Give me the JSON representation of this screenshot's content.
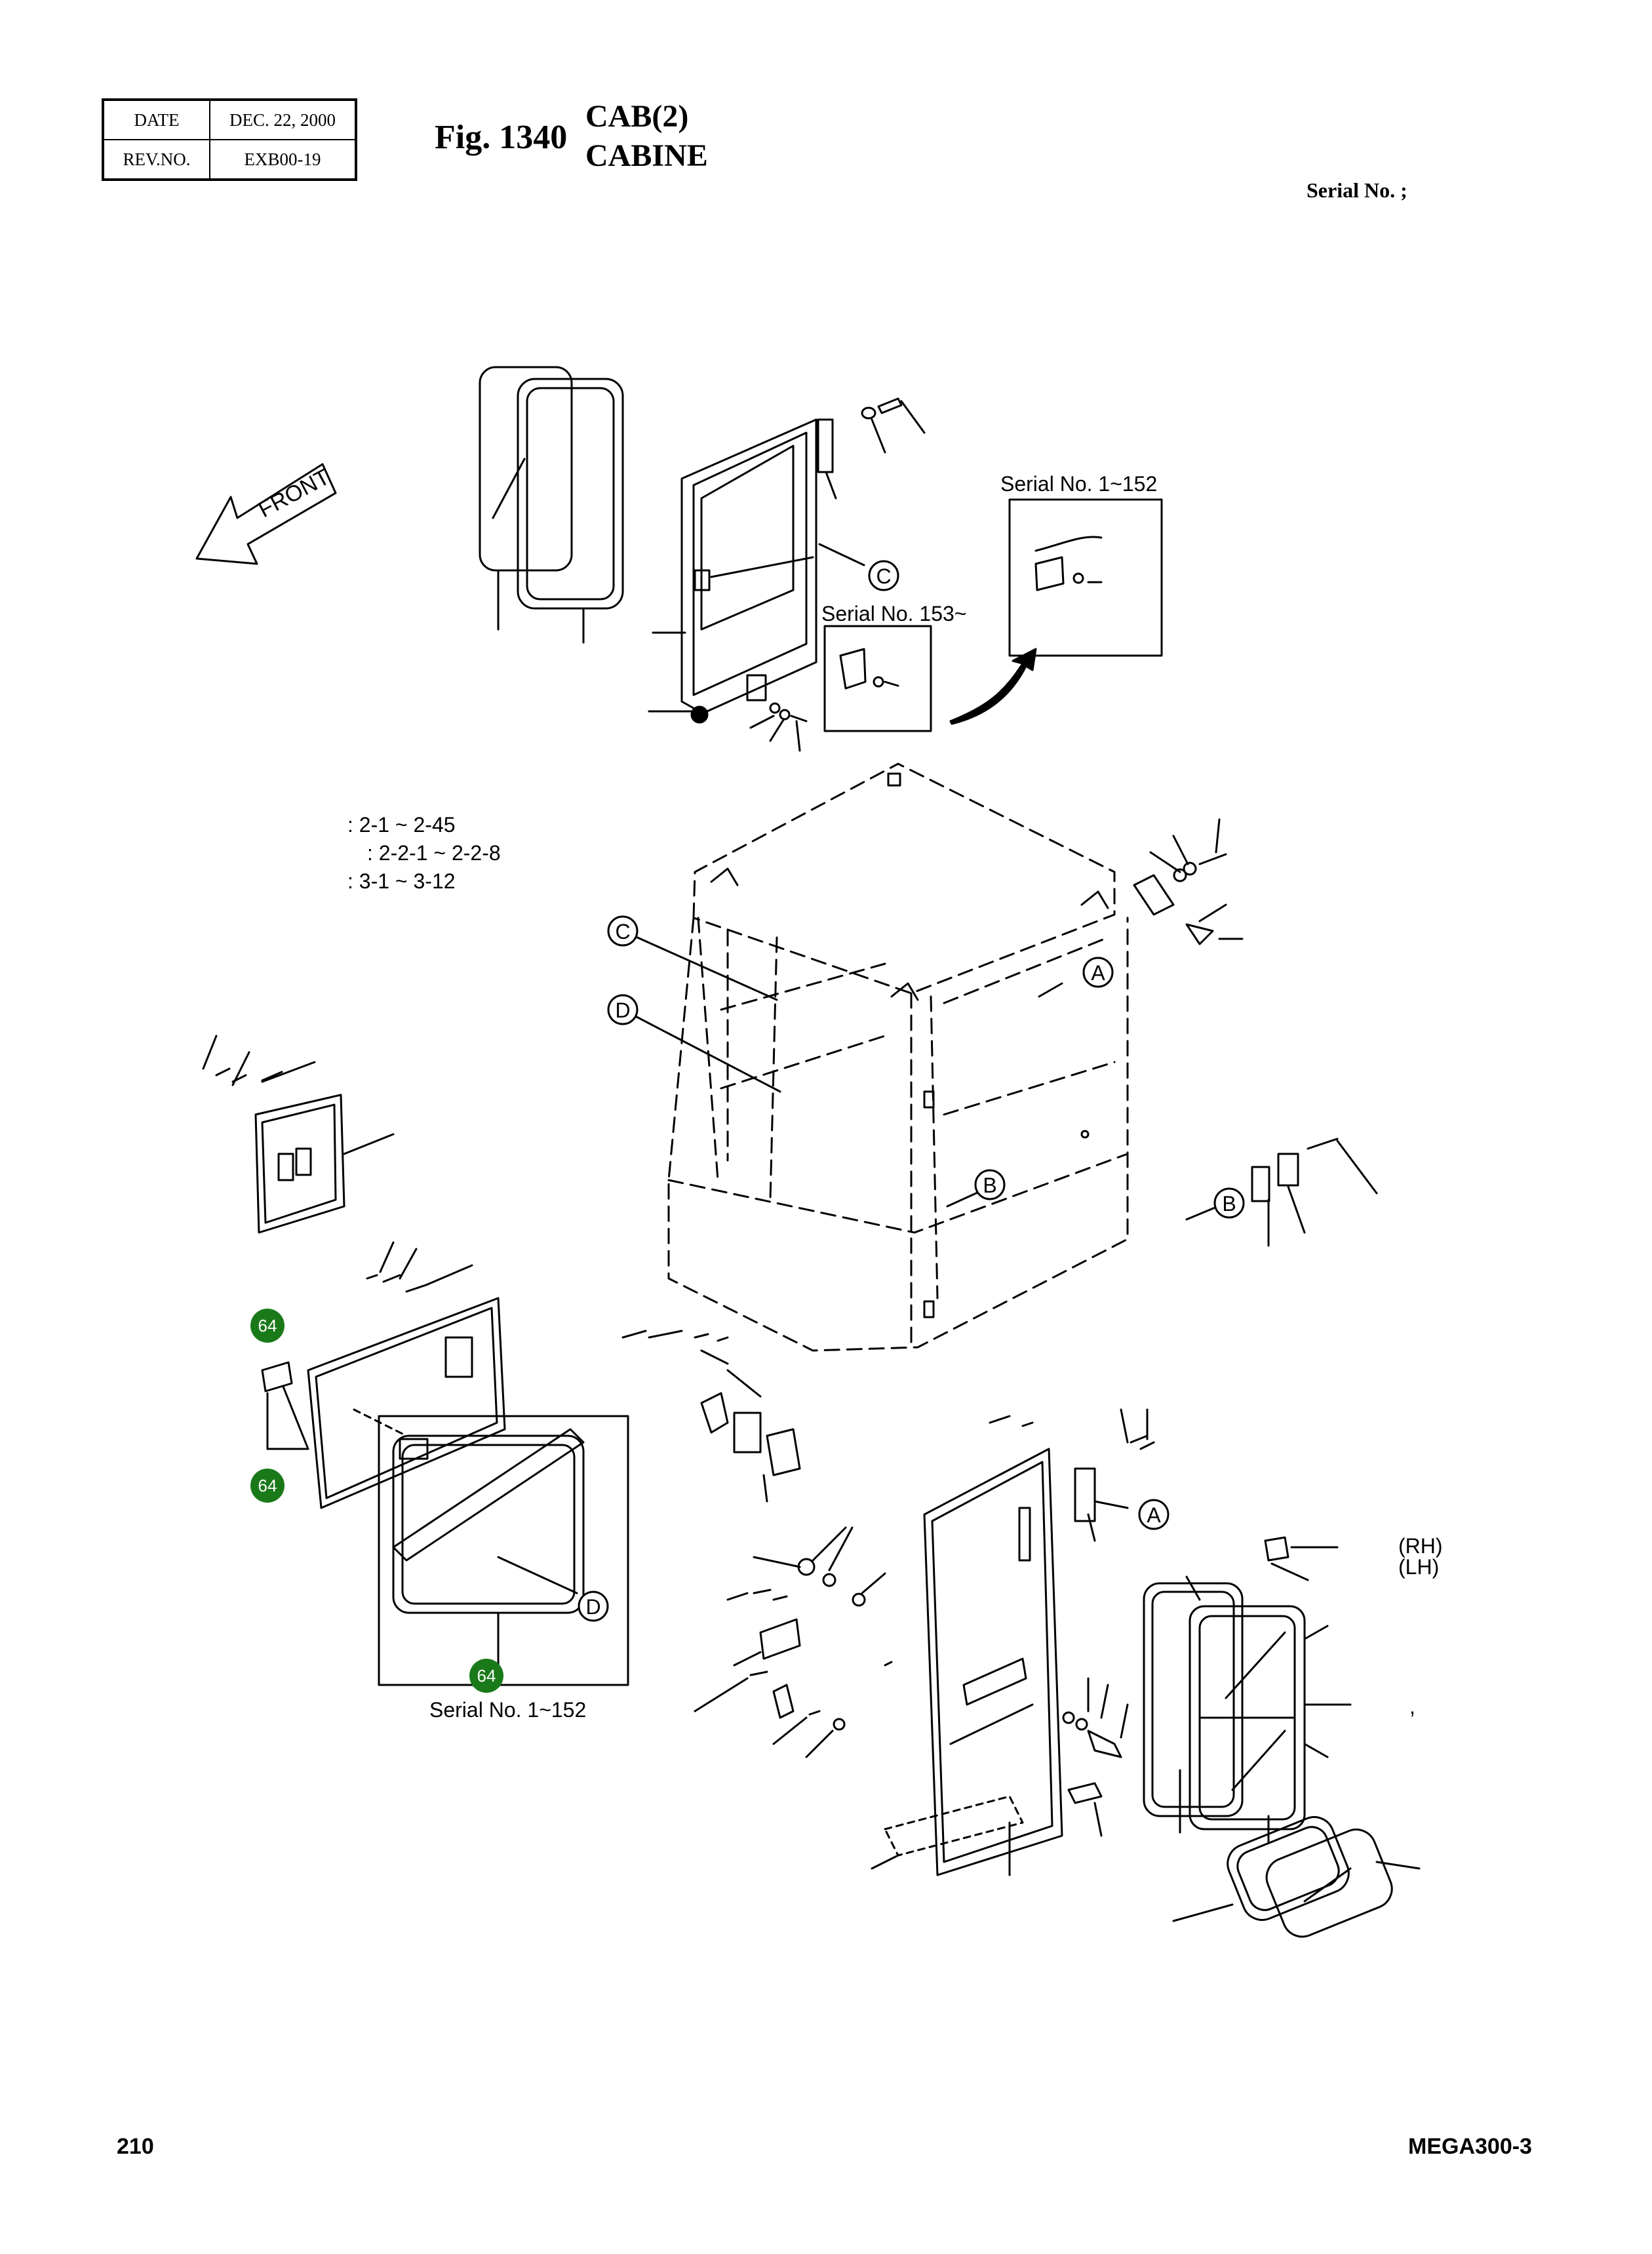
{
  "header": {
    "date_label": "DATE",
    "date_value": "DEC. 22, 2000",
    "rev_label": "REV.NO.",
    "rev_value": "EXB00-19",
    "fig_label": "Fig. 1340",
    "title_line1": "CAB(2)",
    "title_line2": "CABINE",
    "serial_label": "Serial No. ;"
  },
  "diagram": {
    "front_label": "FRONT",
    "serial_door_old": "Serial No. 1~152",
    "serial_door_new": "Serial No. 153~",
    "range_1": ": 2-1 ~ 2-45",
    "range_2": ": 2-2-1 ~ 2-2-8",
    "range_3": ": 3-1 ~ 3-12",
    "callouts": [
      "A",
      "B",
      "C",
      "D"
    ],
    "badge_value": "64",
    "serial_window": "Serial No. 1~152",
    "rh": "(RH)",
    "lh": "(LH)",
    "comma": ","
  },
  "footer": {
    "page_number": "210",
    "model": "MEGA300-3"
  }
}
